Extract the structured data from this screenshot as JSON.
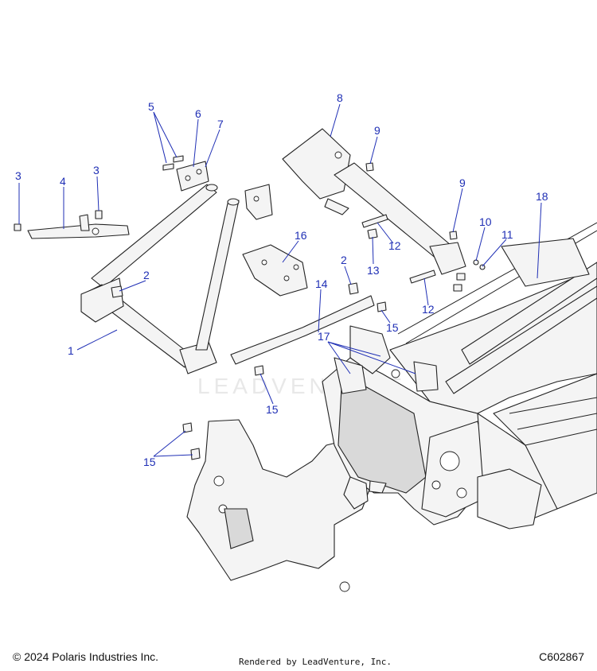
{
  "callouts": [
    {
      "id": "c1",
      "label": "1"
    },
    {
      "id": "c2a",
      "label": "2"
    },
    {
      "id": "c2b",
      "label": "2"
    },
    {
      "id": "c3a",
      "label": "3"
    },
    {
      "id": "c3b",
      "label": "3"
    },
    {
      "id": "c4",
      "label": "4"
    },
    {
      "id": "c5",
      "label": "5"
    },
    {
      "id": "c6",
      "label": "6"
    },
    {
      "id": "c7",
      "label": "7"
    },
    {
      "id": "c8",
      "label": "8"
    },
    {
      "id": "c9a",
      "label": "9"
    },
    {
      "id": "c9b",
      "label": "9"
    },
    {
      "id": "c10",
      "label": "10"
    },
    {
      "id": "c11",
      "label": "11"
    },
    {
      "id": "c12a",
      "label": "12"
    },
    {
      "id": "c12b",
      "label": "12"
    },
    {
      "id": "c13",
      "label": "13"
    },
    {
      "id": "c14",
      "label": "14"
    },
    {
      "id": "c15a",
      "label": "15"
    },
    {
      "id": "c15b",
      "label": "15"
    },
    {
      "id": "c15c",
      "label": "15"
    },
    {
      "id": "c16",
      "label": "16"
    },
    {
      "id": "c17",
      "label": "17"
    },
    {
      "id": "c18",
      "label": "18"
    }
  ],
  "watermark": "LEADVENTURE",
  "footer": {
    "copyright": "© 2024 Polaris Industries Inc.",
    "rendered_by": "Rendered by LeadVenture, Inc.",
    "diagram_code": "C602867"
  },
  "colors": {
    "callout": "#1f2fb5",
    "line": "#222222"
  }
}
